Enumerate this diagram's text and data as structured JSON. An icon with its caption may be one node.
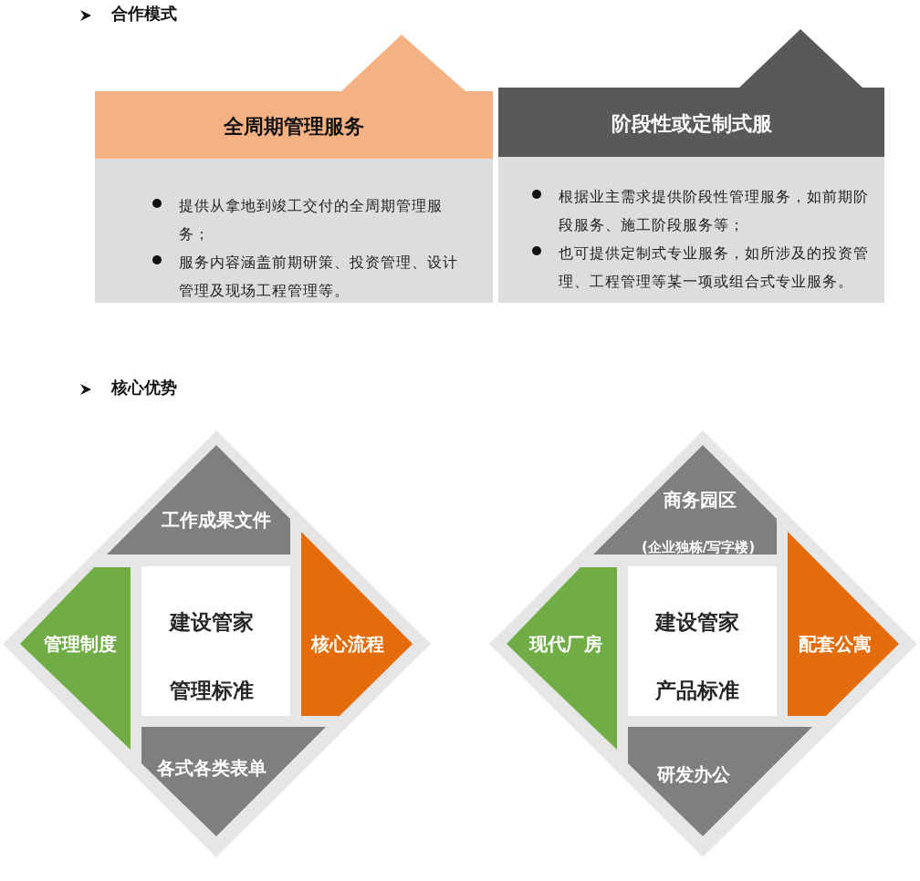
{
  "diagram": {
    "nodes": [
      {
        "text": [
          "全周期管理服务",
          "提供从拿地到竣工交付的全周期管理服务；",
          "服务内容涵盖前期研策、投资管理、设计管理及现场工程管理等。"
        ]
      },
      {
        "text": [
          "阶段性或定制式服",
          "根据业主需求提供阶段性管理服务，如前期阶段服务、施工阶段服务等；",
          "也可提供定制式专业服务，如所涉及的投资管理、工程管理等某一项或组合式专业服务。"
        ]
      },
      {
        "text": [],
        "shape": "diamond"
      },
      {
        "text": [
          "工作成果文件"
        ],
        "in": 2
      },
      {
        "text": [
          "管理制度"
        ],
        "in": 2
      },
      {
        "text": [
          "建设管家",
          "管理标准"
        ],
        "in": 2
      },
      {
        "text": [
          "核心流程"
        ],
        "in": 2
      },
      {
        "text": [
          "各式各类表单"
        ],
        "in": 2
      },
      {
        "text": [],
        "shape": "diamond"
      },
      {
        "text": [
          "商务园区",
          "(企业独栋/写字楼)"
        ],
        "in": 8
      },
      {
        "text": [
          "现代厂房"
        ],
        "in": 8
      },
      {
        "text": [
          "建设管家",
          "产品标准"
        ],
        "in": 8
      },
      {
        "text": [
          "配套公寓"
        ],
        "in": 8
      },
      {
        "text": [
          "研发办公"
        ],
        "in": 8
      }
    ],
    "labels": [
      "合作模式",
      "核心优势"
    ]
  }
}
